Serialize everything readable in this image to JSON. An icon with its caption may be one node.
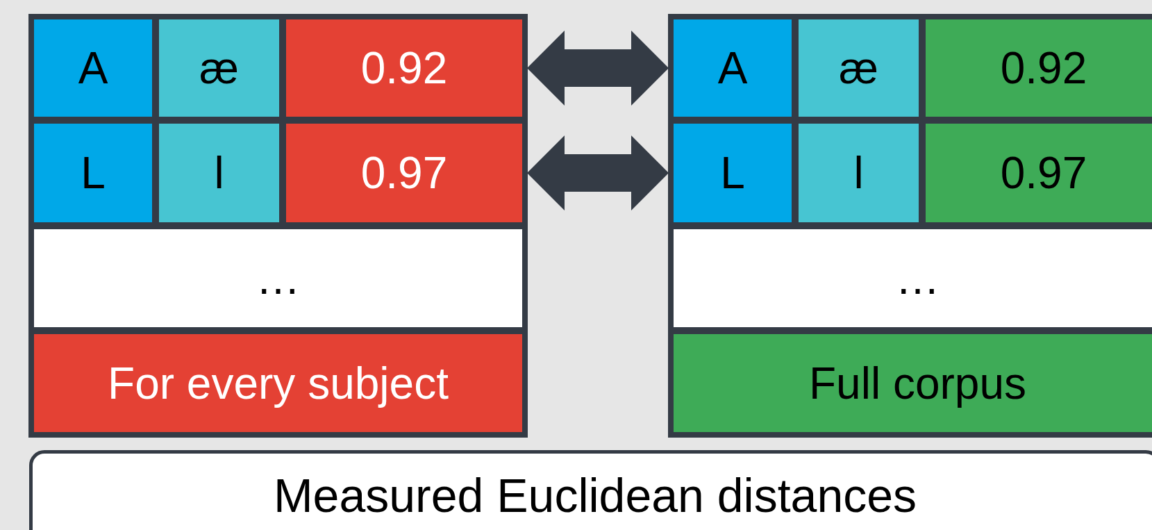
{
  "diagram": {
    "nodes": [
      {
        "text": [],
        "shape": "box"
      },
      {
        "text": [
          "A"
        ],
        "in": 0
      },
      {
        "text": [
          "æ"
        ],
        "in": 0
      },
      {
        "text": [
          "0.92"
        ],
        "in": 0
      },
      {
        "text": [
          "L"
        ],
        "in": 0
      },
      {
        "text": [
          "l"
        ],
        "in": 0
      },
      {
        "text": [
          "0.97"
        ],
        "in": 0
      },
      {
        "text": [
          "…"
        ],
        "in": 0
      },
      {
        "text": [
          "For every subject"
        ],
        "in": 0
      },
      {
        "text": [],
        "shape": "box"
      },
      {
        "text": [
          "A"
        ],
        "in": 9
      },
      {
        "text": [
          "æ"
        ],
        "in": 9
      },
      {
        "text": [
          "0.92"
        ],
        "in": 9
      },
      {
        "text": [
          "L"
        ],
        "in": 9
      },
      {
        "text": [
          "l"
        ],
        "in": 9
      },
      {
        "text": [
          "0.97"
        ],
        "in": 9
      },
      {
        "text": [
          "…"
        ],
        "in": 9
      },
      {
        "text": [
          "Full corpus"
        ],
        "in": 9
      },
      {
        "text": [
          "Measured Euclidean distances"
        ]
      }
    ],
    "edges": [
      {
        "from": 3,
        "to": 10,
        "arrow": "both"
      },
      {
        "from": 6,
        "to": 13,
        "arrow": "both"
      }
    ]
  }
}
